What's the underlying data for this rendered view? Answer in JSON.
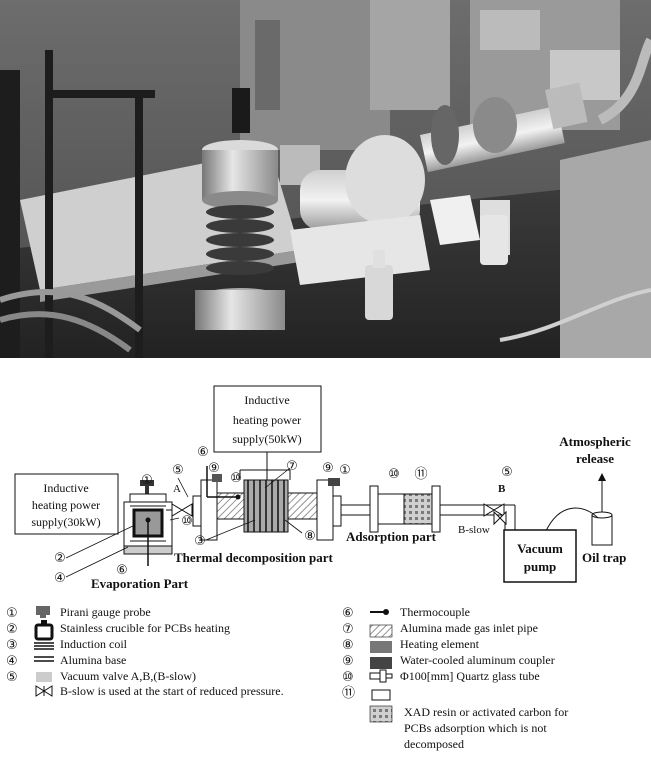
{
  "boxes": {
    "power_50_line1": "Inductive",
    "power_50_line2": "heating power",
    "power_50_line3": "supply(50kW)",
    "power_30_line1": "Inductive",
    "power_30_line2": "heating power",
    "power_30_line3": "supply(30kW)",
    "vacuum_pump_line1": "Vacuum",
    "vacuum_pump_line2": "pump"
  },
  "labels": {
    "atmospheric_line1": "Atmospheric",
    "atmospheric_line2": "release",
    "oil_trap": "Oil trap",
    "adsorption_part": "Adsorption part",
    "thermal_part": "Thermal decomposition part",
    "evaporation_part": "Evaporation Part",
    "b_slow": "B-slow",
    "valve_a": "A",
    "valve_b": "B"
  },
  "markers": {
    "m1": "①",
    "m2": "②",
    "m3": "③",
    "m4": "④",
    "m5": "⑤",
    "m6": "⑥",
    "m7": "⑦",
    "m8": "⑧",
    "m9": "⑨",
    "m10": "⑩",
    "m11": "⑪"
  },
  "legend_left": [
    {
      "num": "①",
      "text": "Pirani gauge probe"
    },
    {
      "num": "②",
      "text": "Stainless crucible for PCBs heating"
    },
    {
      "num": "③",
      "text": "Induction coil"
    },
    {
      "num": "④",
      "text": "Alumina base"
    },
    {
      "num": "⑤",
      "text": "Vacuum valve A,B,(B-slow)"
    },
    {
      "num": "",
      "text": "B-slow is used at the start of reduced pressure."
    }
  ],
  "legend_right": [
    {
      "num": "⑥",
      "text": "Thermocouple"
    },
    {
      "num": "⑦",
      "text": "Alumina made gas inlet pipe"
    },
    {
      "num": "⑧",
      "text": "Heating element"
    },
    {
      "num": "⑨",
      "text": "Water-cooled aluminum coupler"
    },
    {
      "num": "⑩",
      "text": "Φ100[mm] Quartz glass tube"
    },
    {
      "num": "⑪",
      "text": ""
    },
    {
      "num": "",
      "text": "XAD resin or activated carbon for"
    },
    {
      "num": "",
      "text": "PCBs adsorption which is not"
    },
    {
      "num": "",
      "text": "decomposed"
    }
  ]
}
